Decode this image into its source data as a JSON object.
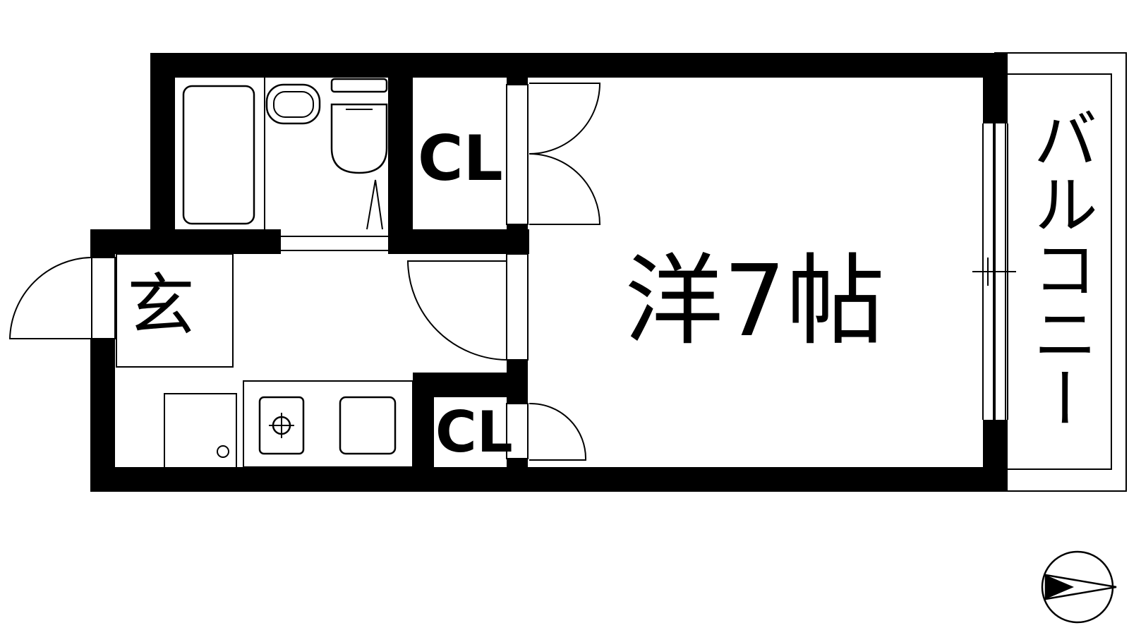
{
  "plan": {
    "rooms": {
      "main_room": "洋7帖",
      "closet_top": "CL",
      "closet_bottom": "CL",
      "entrance": "玄",
      "balcony": "バルコニー"
    }
  }
}
